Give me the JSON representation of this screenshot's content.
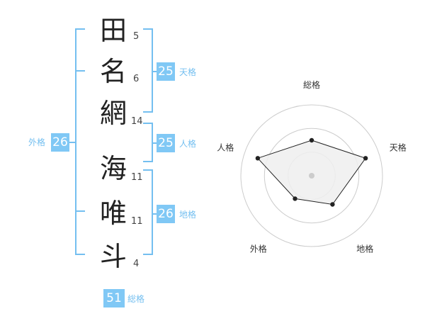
{
  "name": {
    "chars": [
      {
        "char": "田",
        "strokes": "5"
      },
      {
        "char": "名",
        "strokes": "6"
      },
      {
        "char": "網",
        "strokes": "14"
      },
      {
        "char": "海",
        "strokes": "11"
      },
      {
        "char": "唯",
        "strokes": "11"
      },
      {
        "char": "斗",
        "strokes": "4"
      }
    ]
  },
  "kaku": {
    "tenkaku": {
      "value": "25",
      "label": "天格"
    },
    "jinkaku": {
      "value": "25",
      "label": "人格"
    },
    "chikaku": {
      "value": "26",
      "label": "地格"
    },
    "gaikaku": {
      "value": "26",
      "label": "外格"
    },
    "soukaku": {
      "value": "51",
      "label": "総格"
    }
  },
  "chart_data": {
    "type": "radar",
    "axes": [
      "総格",
      "天格",
      "地格",
      "外格",
      "人格"
    ],
    "values": [
      2.5,
      4,
      2.5,
      2,
      4
    ],
    "max": 5,
    "rings": 3
  },
  "colors": {
    "accent": "#80c8f5",
    "bracket": "#74bff0",
    "radar_fill": "#efefef",
    "ring": "#cccccc"
  }
}
